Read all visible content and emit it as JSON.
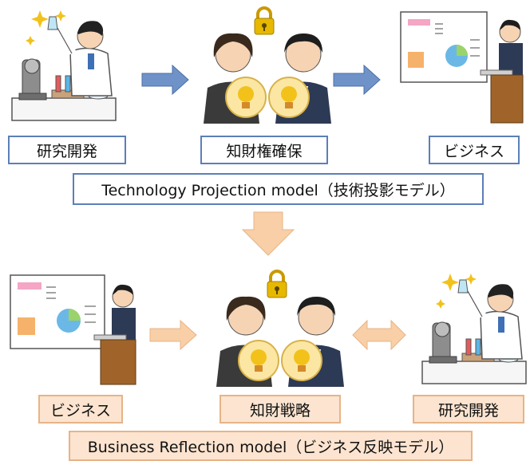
{
  "top_row": {
    "labels": [
      "研究開発",
      "知財権確保",
      "ビジネス"
    ],
    "model_label": "Technology Projection model（技術投影モデル）"
  },
  "bottom_row": {
    "labels": [
      "ビジネス",
      "知財戦略",
      "研究開発"
    ],
    "model_label": "Business Reflection model（ビジネス反映モデル）"
  },
  "colors": {
    "blue_border": "#5b7fb8",
    "blue_arrow": "#6f93c9",
    "orange_border": "#e7b486",
    "orange_fill": "#fce4d0",
    "orange_arrow": "#f8cfa6",
    "lock": "#e6b800"
  },
  "icons": [
    "scientist-icon",
    "lock-icon",
    "business-people-icon",
    "lightbulb-icon",
    "presentation-icon",
    "presenter-icon"
  ]
}
